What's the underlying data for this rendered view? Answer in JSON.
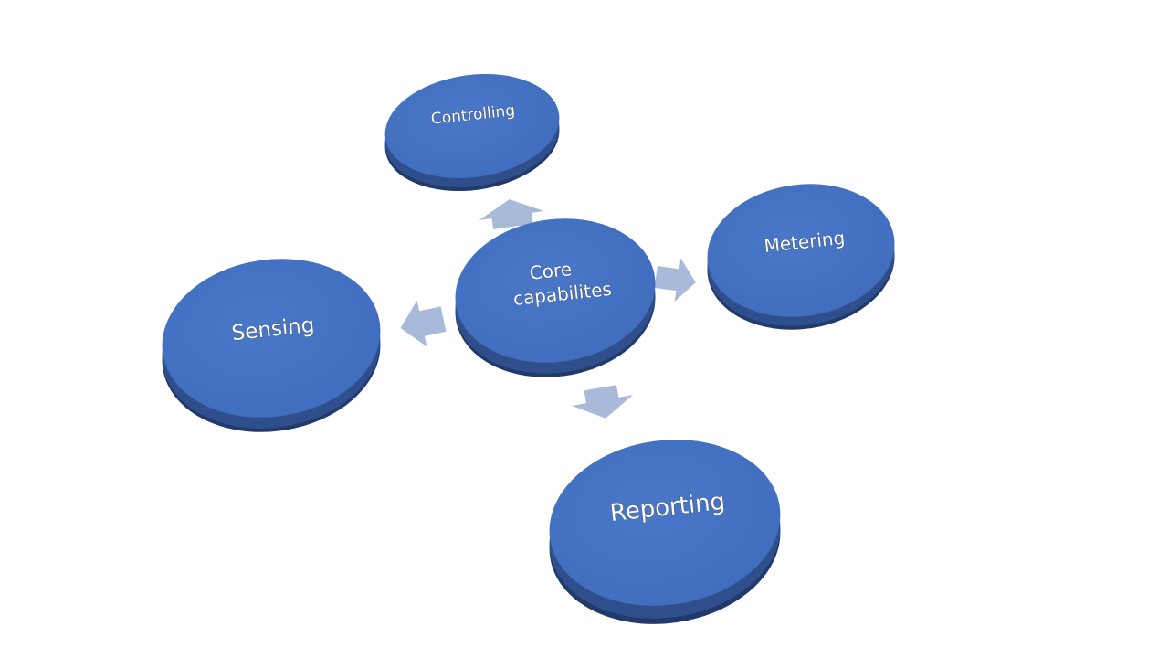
{
  "diagram": {
    "center": {
      "line1": "Core",
      "line2": "capabilites"
    },
    "nodes": {
      "controlling": "Controlling",
      "metering": "Metering",
      "sensing": "Sensing",
      "reporting": "Reporting"
    },
    "colors": {
      "disc_top": "#4472c4",
      "disc_side": "#2e4e8c",
      "disc_bottom": "#213a6a",
      "arrow": "#a9b9da"
    }
  }
}
